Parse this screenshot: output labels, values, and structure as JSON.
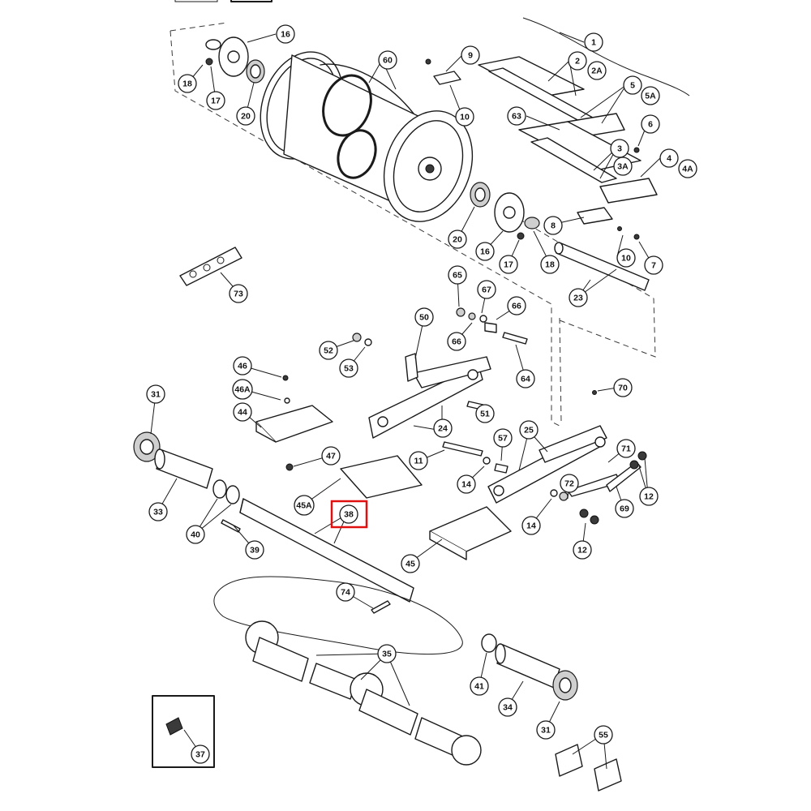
{
  "diagram": {
    "highlighted_callout": "38",
    "highlight_color": "#e01010",
    "callouts": [
      {
        "id": "c1",
        "label": "1"
      },
      {
        "id": "c2",
        "label": "2"
      },
      {
        "id": "c2a",
        "label": "2A"
      },
      {
        "id": "c3",
        "label": "3"
      },
      {
        "id": "c3a",
        "label": "3A"
      },
      {
        "id": "c4",
        "label": "4"
      },
      {
        "id": "c4a",
        "label": "4A"
      },
      {
        "id": "c5",
        "label": "5"
      },
      {
        "id": "c5a",
        "label": "5A"
      },
      {
        "id": "c6",
        "label": "6"
      },
      {
        "id": "c7",
        "label": "7"
      },
      {
        "id": "c8",
        "label": "8"
      },
      {
        "id": "c9",
        "label": "9"
      },
      {
        "id": "c10a",
        "label": "10"
      },
      {
        "id": "c10b",
        "label": "10"
      },
      {
        "id": "c11",
        "label": "11"
      },
      {
        "id": "c12a",
        "label": "12"
      },
      {
        "id": "c12b",
        "label": "12"
      },
      {
        "id": "c14a",
        "label": "14"
      },
      {
        "id": "c14b",
        "label": "14"
      },
      {
        "id": "c16a",
        "label": "16"
      },
      {
        "id": "c16b",
        "label": "16"
      },
      {
        "id": "c17a",
        "label": "17"
      },
      {
        "id": "c17b",
        "label": "17"
      },
      {
        "id": "c18a",
        "label": "18"
      },
      {
        "id": "c18b",
        "label": "18"
      },
      {
        "id": "c20a",
        "label": "20"
      },
      {
        "id": "c20b",
        "label": "20"
      },
      {
        "id": "c23",
        "label": "23"
      },
      {
        "id": "c24",
        "label": "24"
      },
      {
        "id": "c25",
        "label": "25"
      },
      {
        "id": "c31a",
        "label": "31"
      },
      {
        "id": "c31b",
        "label": "31"
      },
      {
        "id": "c33",
        "label": "33"
      },
      {
        "id": "c34",
        "label": "34"
      },
      {
        "id": "c35",
        "label": "35"
      },
      {
        "id": "c37",
        "label": "37"
      },
      {
        "id": "c38",
        "label": "38"
      },
      {
        "id": "c39",
        "label": "39"
      },
      {
        "id": "c40",
        "label": "40"
      },
      {
        "id": "c41",
        "label": "41"
      },
      {
        "id": "c44",
        "label": "44"
      },
      {
        "id": "c45",
        "label": "45"
      },
      {
        "id": "c45a",
        "label": "45A"
      },
      {
        "id": "c46",
        "label": "46"
      },
      {
        "id": "c46a",
        "label": "46A"
      },
      {
        "id": "c47",
        "label": "47"
      },
      {
        "id": "c50",
        "label": "50"
      },
      {
        "id": "c51",
        "label": "51"
      },
      {
        "id": "c52",
        "label": "52"
      },
      {
        "id": "c53",
        "label": "53"
      },
      {
        "id": "c55",
        "label": "55"
      },
      {
        "id": "c57",
        "label": "57"
      },
      {
        "id": "c60",
        "label": "60"
      },
      {
        "id": "c63",
        "label": "63"
      },
      {
        "id": "c64",
        "label": "64"
      },
      {
        "id": "c65",
        "label": "65"
      },
      {
        "id": "c66a",
        "label": "66"
      },
      {
        "id": "c66b",
        "label": "66"
      },
      {
        "id": "c67",
        "label": "67"
      },
      {
        "id": "c69",
        "label": "69"
      },
      {
        "id": "c70",
        "label": "70"
      },
      {
        "id": "c71",
        "label": "71"
      },
      {
        "id": "c72",
        "label": "72"
      },
      {
        "id": "c73",
        "label": "73"
      },
      {
        "id": "c74",
        "label": "74"
      }
    ]
  }
}
